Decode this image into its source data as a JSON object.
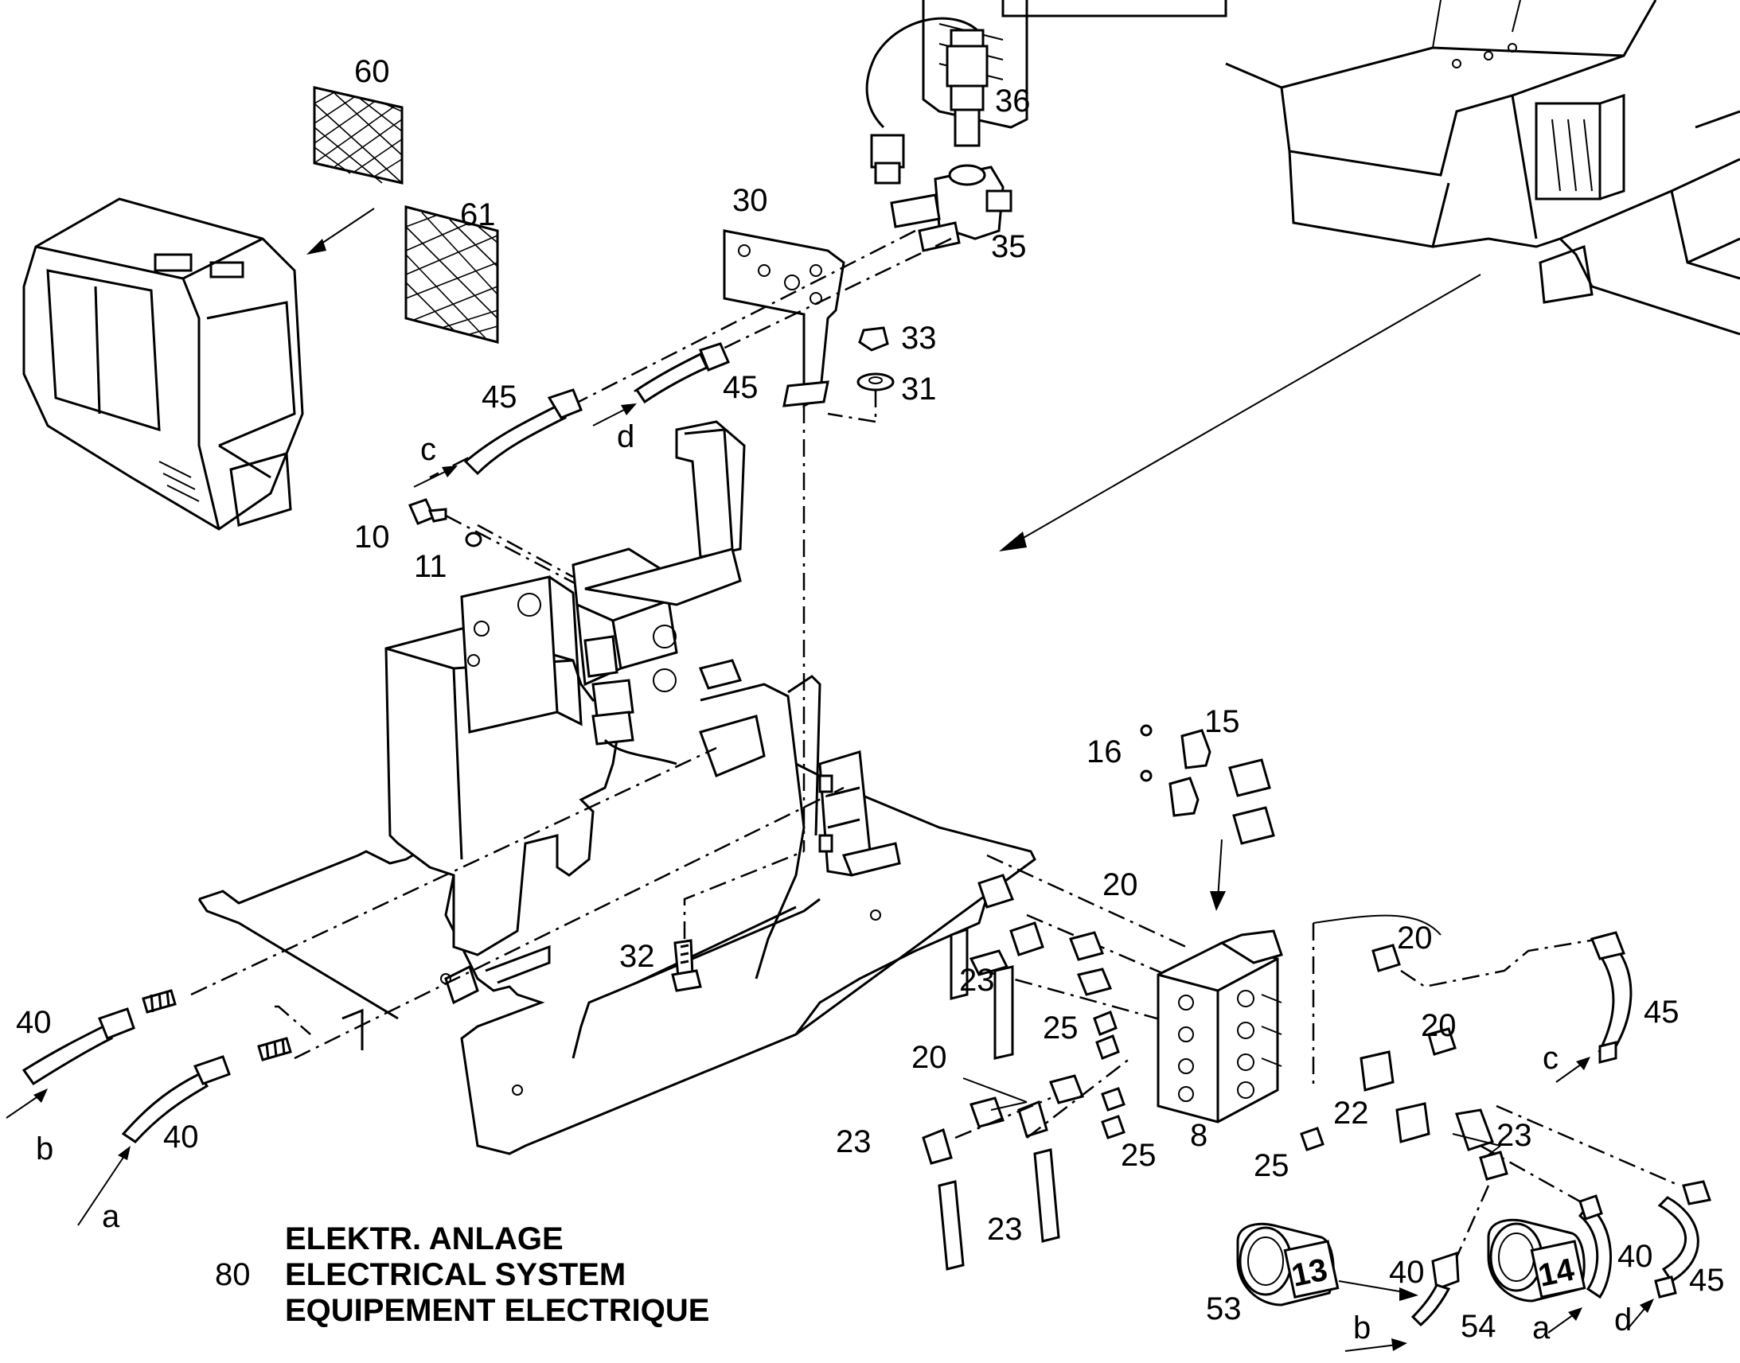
{
  "callouts": {
    "p60": "60",
    "p61": "61",
    "p36": "36",
    "p30": "30",
    "p35": "35",
    "p33": "33",
    "p31": "31",
    "p45a": "45",
    "p45b": "45",
    "pc1": "c",
    "pd1": "d",
    "p10": "10",
    "p11": "11",
    "p15": "15",
    "p16": "16",
    "p32": "32",
    "p20a": "20",
    "p20b": "20",
    "p20c": "20",
    "p20d": "20",
    "p23a": "23",
    "p25a": "25",
    "p25b": "25",
    "p25c": "25",
    "p22": "22",
    "p23b": "23",
    "p23c": "23",
    "p23d": "23",
    "p8": "8",
    "p45c": "45",
    "pc2": "c",
    "p40a": "40",
    "p40b": "40",
    "pb1": "b",
    "pa1": "a",
    "p40c": "40",
    "p40d": "40",
    "p45d": "45",
    "p53": "53",
    "p54": "54",
    "pb2": "b",
    "pa2": "a",
    "pd2": "d",
    "label13": "13",
    "label14": "14"
  },
  "title": {
    "group_number": "80",
    "line1": "ELEKTR. ANLAGE",
    "line2": "ELECTRICAL SYSTEM",
    "line3": "EQUIPEMENT ELECTRIQUE"
  }
}
